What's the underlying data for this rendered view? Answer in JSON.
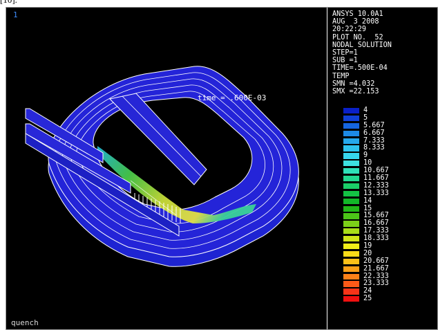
{
  "caption": "[10].",
  "window": {
    "number": "1",
    "title": "quench"
  },
  "annotation": "time = .600E-03",
  "info_lines": [
    "ANSYS 10.0A1",
    "AUG  3 2008",
    "20:22:29",
    "PLOT NO.  52",
    "NODAL SOLUTION",
    "STEP=1",
    "SUB =1",
    "TIME=.500E-04",
    "TEMP",
    "SMN =4.032",
    "SMX =22.153"
  ],
  "legend": [
    {
      "label": "4",
      "color": "#0a20c8"
    },
    {
      "label": "5",
      "color": "#1040d8"
    },
    {
      "label": "5.667",
      "color": "#1565e0"
    },
    {
      "label": "6.667",
      "color": "#1d8ae6"
    },
    {
      "label": "7.333",
      "color": "#25a8ec"
    },
    {
      "label": "8.333",
      "color": "#2ec3ee"
    },
    {
      "label": "9",
      "color": "#36d6ee"
    },
    {
      "label": "10",
      "color": "#3de0e0"
    },
    {
      "label": "10.667",
      "color": "#2ee0b8"
    },
    {
      "label": "11.667",
      "color": "#22d890"
    },
    {
      "label": "12.333",
      "color": "#1ace68"
    },
    {
      "label": "13.333",
      "color": "#14c244"
    },
    {
      "label": "14",
      "color": "#12b828"
    },
    {
      "label": "15",
      "color": "#22b818"
    },
    {
      "label": "15.667",
      "color": "#4cc418"
    },
    {
      "label": "16.667",
      "color": "#7cd018"
    },
    {
      "label": "17.333",
      "color": "#a8dc18"
    },
    {
      "label": "18.333",
      "color": "#d0e418"
    },
    {
      "label": "19",
      "color": "#f0ee18"
    },
    {
      "label": "20",
      "color": "#fadc18"
    },
    {
      "label": "20.667",
      "color": "#fcc018"
    },
    {
      "label": "21.667",
      "color": "#fca018"
    },
    {
      "label": "22.333",
      "color": "#fc8018"
    },
    {
      "label": "23.333",
      "color": "#fc5a18"
    },
    {
      "label": "24",
      "color": "#f83418"
    },
    {
      "label": "25",
      "color": "#f01010"
    }
  ],
  "colors": {
    "background": "#000000",
    "coil": "#1e1ed2",
    "hot": "#e8e43a"
  }
}
